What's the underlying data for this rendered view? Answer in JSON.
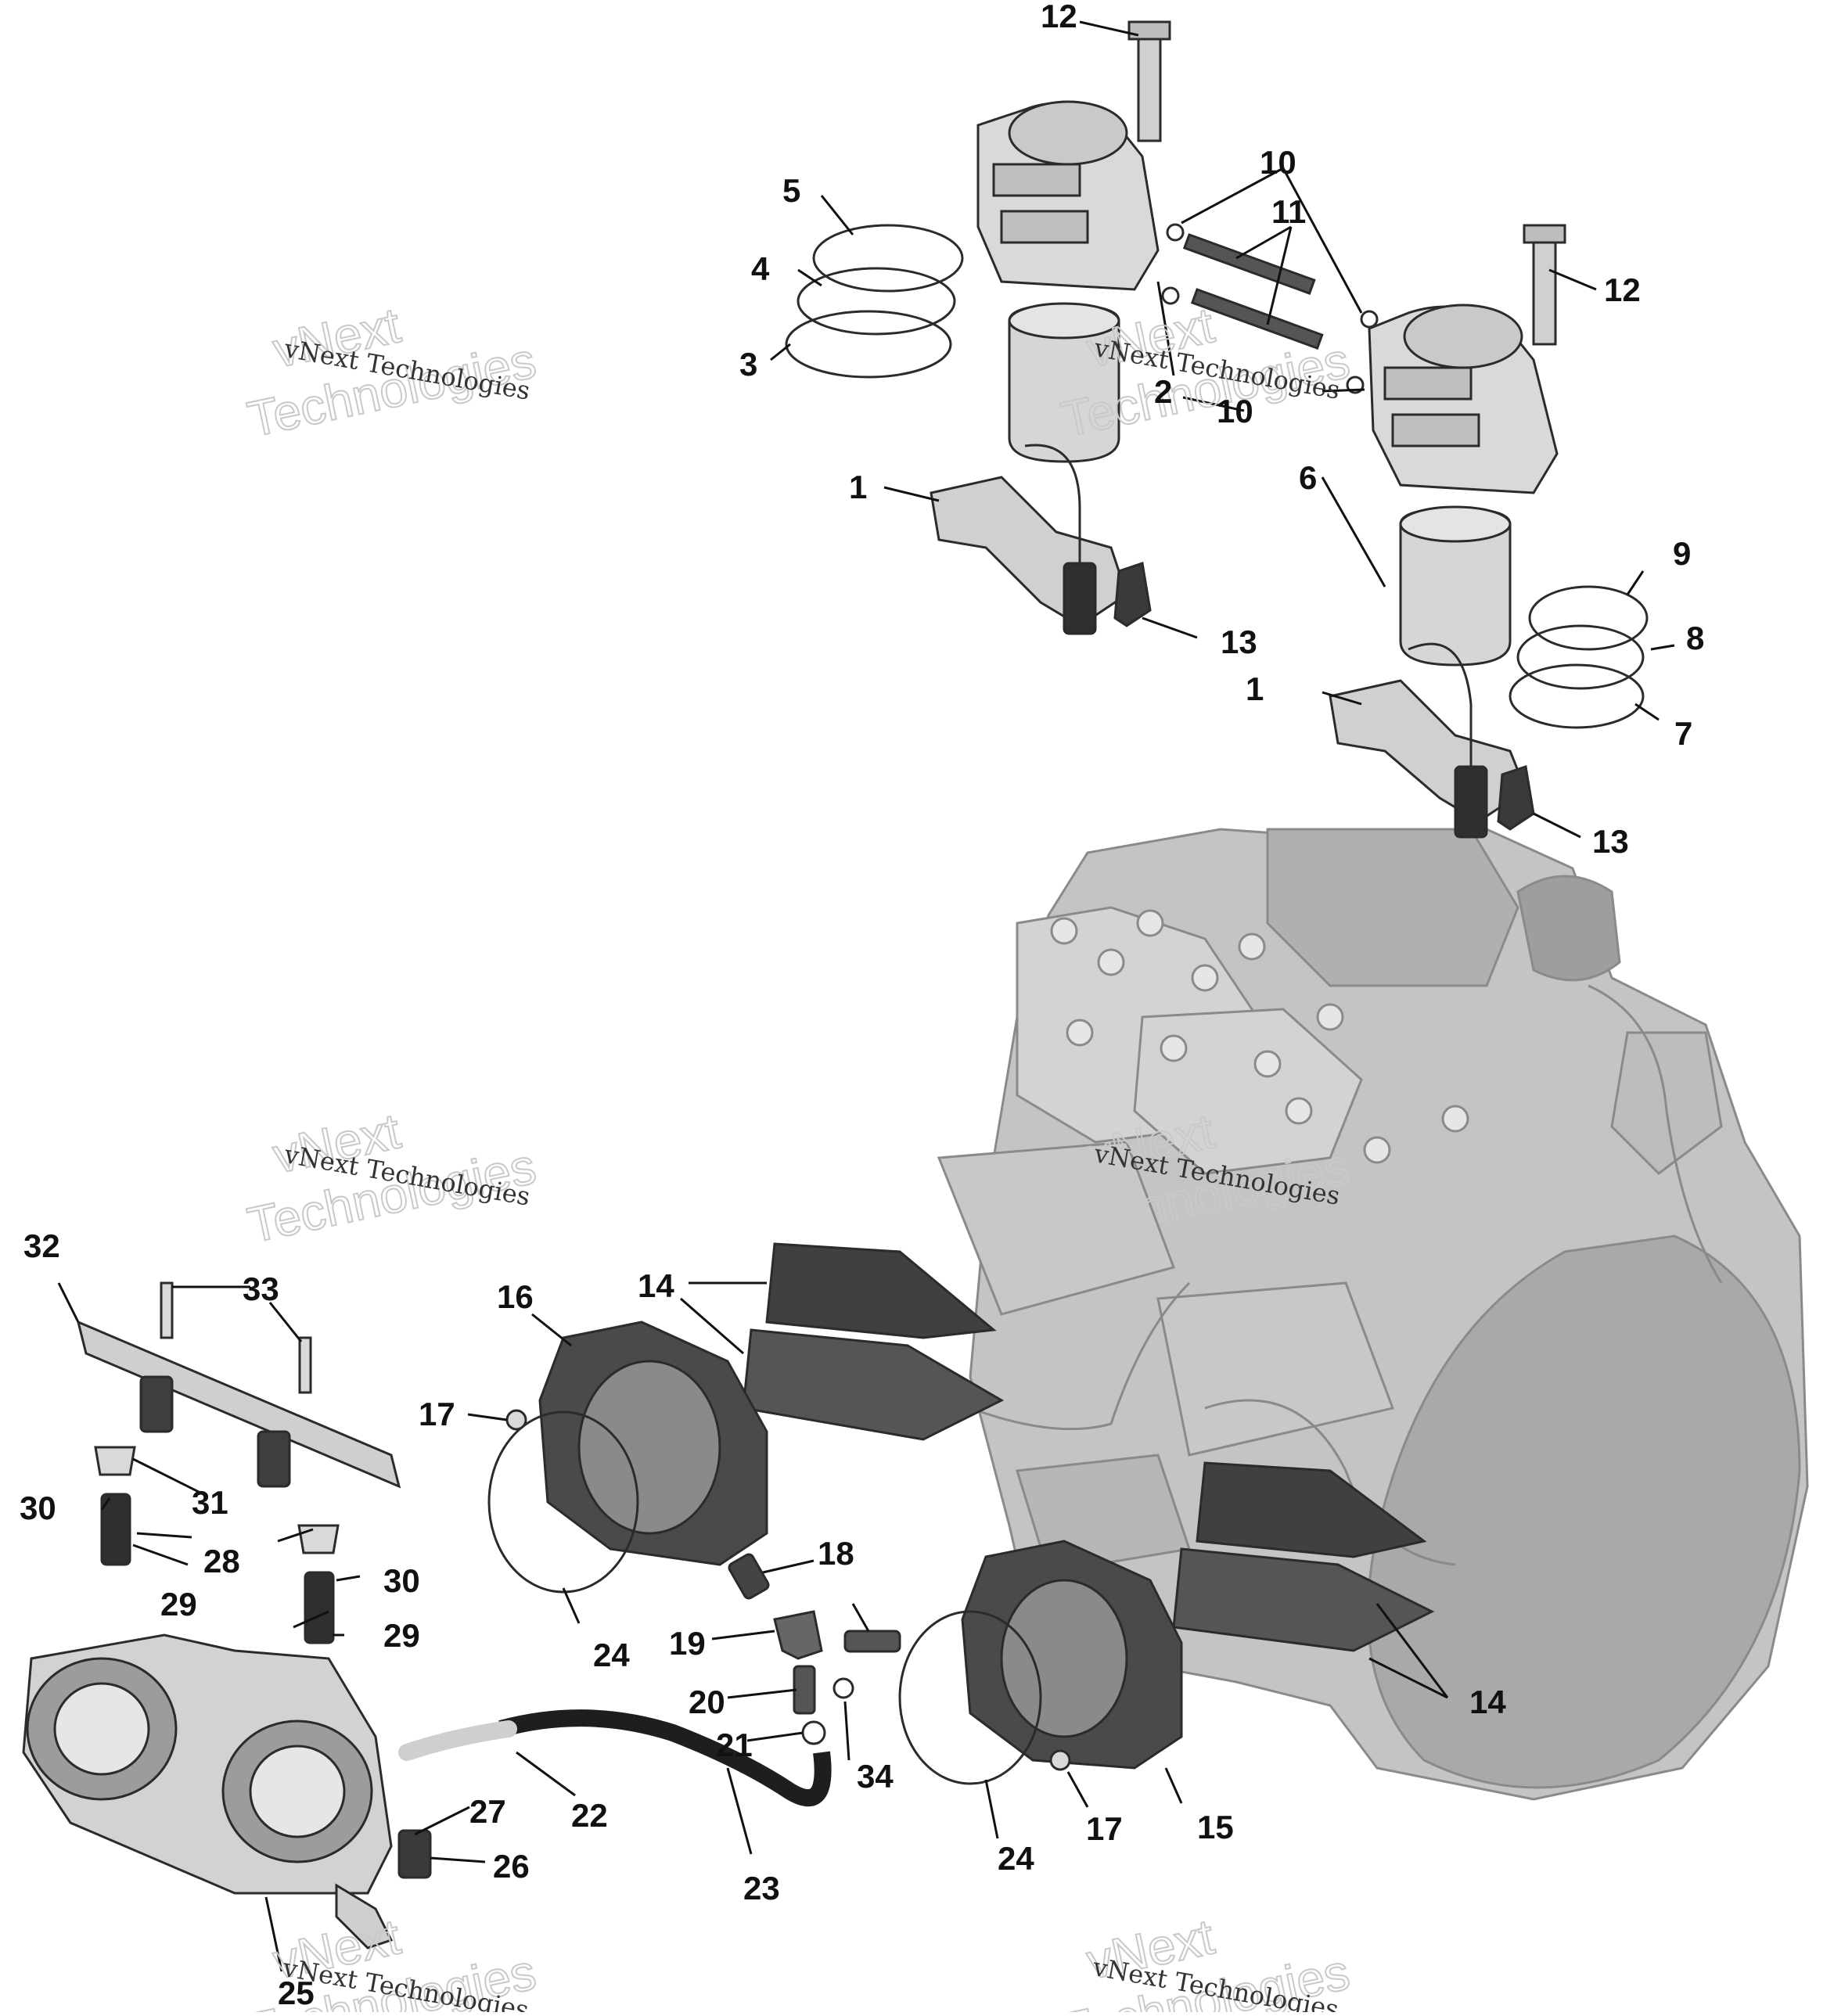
{
  "watermark": {
    "line_top": "vNext",
    "line_bottom": "Technologies",
    "line_small": "vNext Technologies"
  },
  "callouts": [
    {
      "id": "c1a",
      "label": "1"
    },
    {
      "id": "c1b",
      "label": "1"
    },
    {
      "id": "c2",
      "label": "2"
    },
    {
      "id": "c3",
      "label": "3"
    },
    {
      "id": "c4",
      "label": "4"
    },
    {
      "id": "c5",
      "label": "5"
    },
    {
      "id": "c6",
      "label": "6"
    },
    {
      "id": "c7",
      "label": "7"
    },
    {
      "id": "c8",
      "label": "8"
    },
    {
      "id": "c9",
      "label": "9"
    },
    {
      "id": "c10a",
      "label": "10"
    },
    {
      "id": "c10b",
      "label": "10"
    },
    {
      "id": "c11",
      "label": "11"
    },
    {
      "id": "c12a",
      "label": "12"
    },
    {
      "id": "c12b",
      "label": "12"
    },
    {
      "id": "c13a",
      "label": "13"
    },
    {
      "id": "c13b",
      "label": "13"
    },
    {
      "id": "c14a",
      "label": "14"
    },
    {
      "id": "c14b",
      "label": "14"
    },
    {
      "id": "c15",
      "label": "15"
    },
    {
      "id": "c16",
      "label": "16"
    },
    {
      "id": "c17a",
      "label": "17"
    },
    {
      "id": "c17b",
      "label": "17"
    },
    {
      "id": "c18",
      "label": "18"
    },
    {
      "id": "c19",
      "label": "19"
    },
    {
      "id": "c20",
      "label": "20"
    },
    {
      "id": "c21",
      "label": "21"
    },
    {
      "id": "c22",
      "label": "22"
    },
    {
      "id": "c23",
      "label": "23"
    },
    {
      "id": "c24a",
      "label": "24"
    },
    {
      "id": "c24b",
      "label": "24"
    },
    {
      "id": "c25",
      "label": "25"
    },
    {
      "id": "c26",
      "label": "26"
    },
    {
      "id": "c27",
      "label": "27"
    },
    {
      "id": "c28",
      "label": "28"
    },
    {
      "id": "c29a",
      "label": "29"
    },
    {
      "id": "c29b",
      "label": "29"
    },
    {
      "id": "c30a",
      "label": "30"
    },
    {
      "id": "c30b",
      "label": "30"
    },
    {
      "id": "c31",
      "label": "31"
    },
    {
      "id": "c32",
      "label": "32"
    },
    {
      "id": "c33",
      "label": "33"
    },
    {
      "id": "c34",
      "label": "34"
    }
  ],
  "colors": {
    "ink": "#111111",
    "part_fill": "#d9d9d9",
    "engine_fill": "#c4c4c4",
    "dark_part": "#3c3c3c",
    "background": "#ffffff"
  }
}
